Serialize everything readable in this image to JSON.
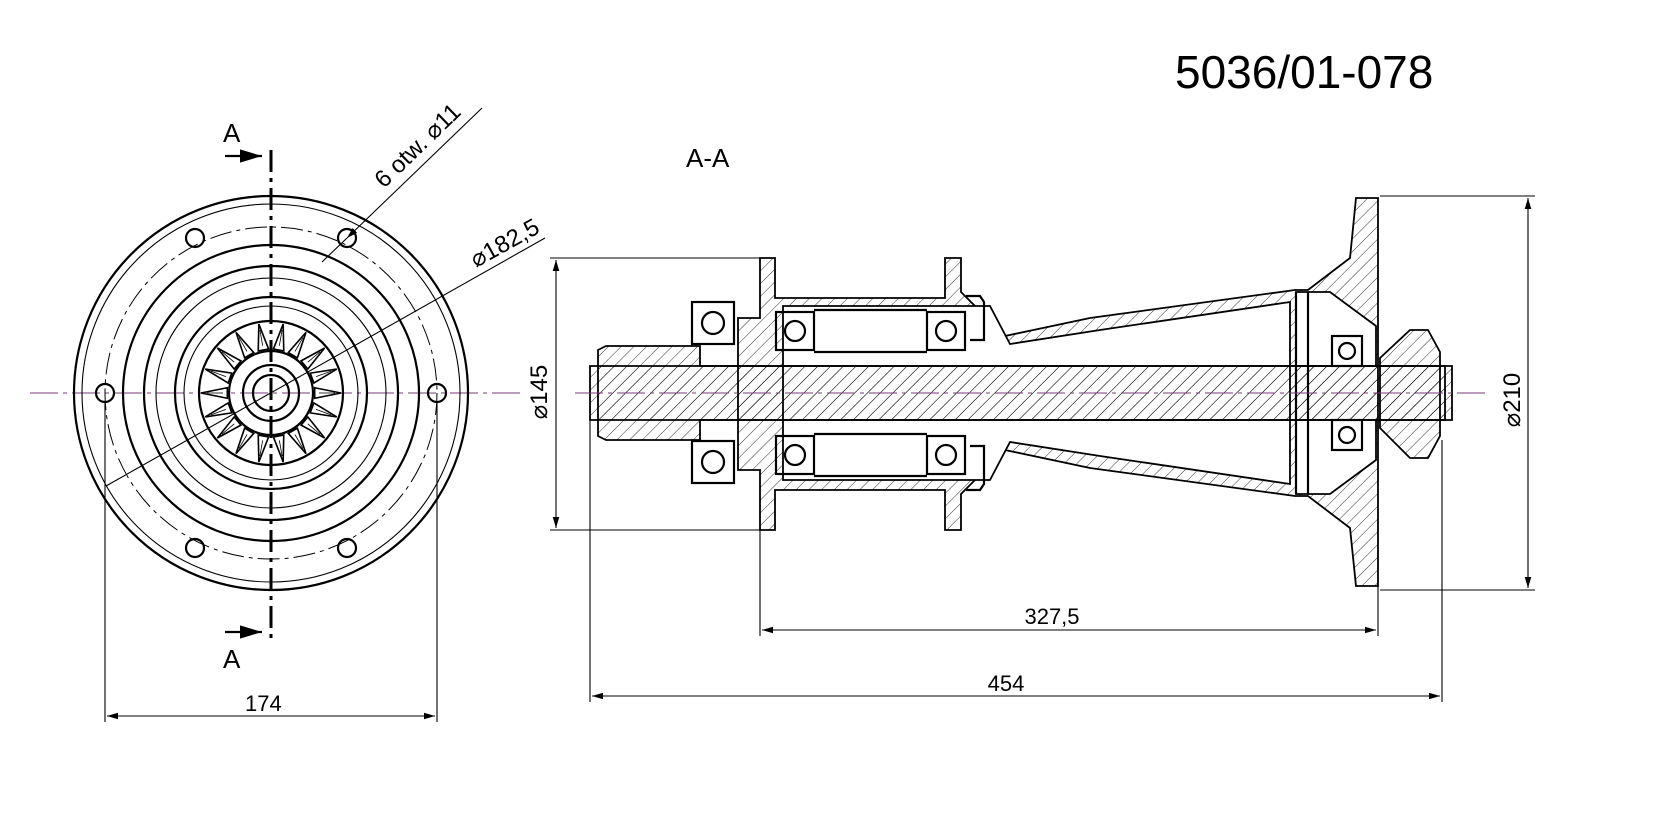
{
  "drawing_number": "5036/01-078",
  "section_title": "A-A",
  "section_marker": {
    "top_label": "A",
    "bottom_label": "A"
  },
  "dimensions": {
    "holes_note": "6 otw. ⌀11",
    "pitch_circle": "⌀182,5",
    "front_width": "174",
    "bore_diameter": "⌀145",
    "flange_diameter": "⌀210",
    "hub_length": "327,5",
    "overall_length": "454"
  }
}
